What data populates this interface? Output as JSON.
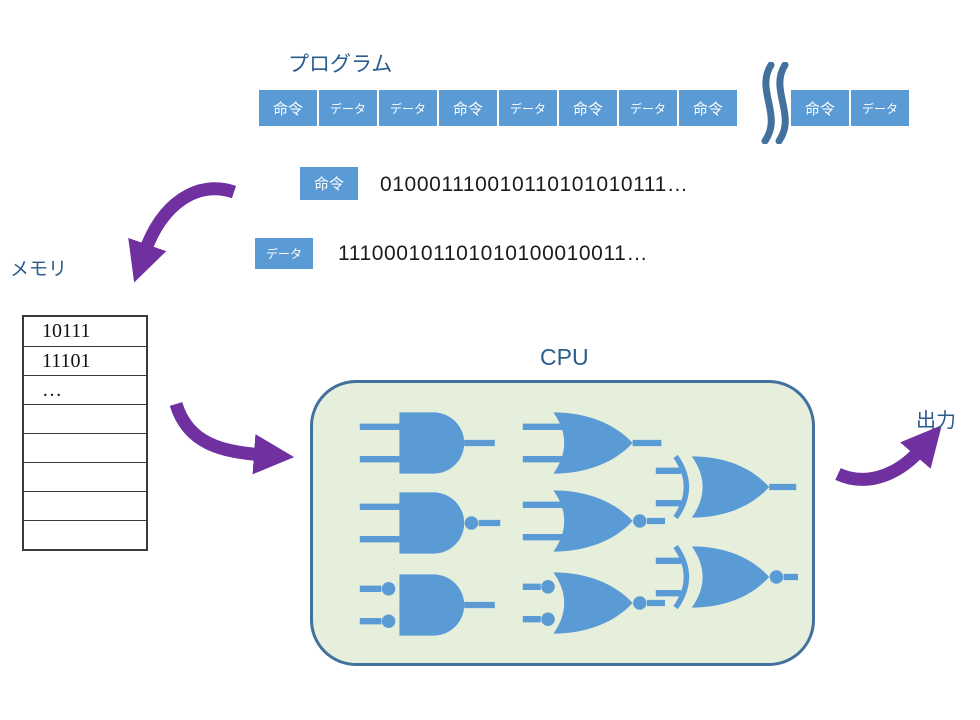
{
  "colors": {
    "accent_blue": "#5b9bd5",
    "dark_blue": "#41719c",
    "label_blue": "#2a5c8c",
    "cpu_fill": "#e5efdc",
    "cpu_border": "#41719c",
    "arrow_purple": "#7030a0",
    "bits_text": "#1b1b1b",
    "table_border": "#3a3a3a"
  },
  "program": {
    "title": "プログラム",
    "boxes": [
      {
        "label": "命令",
        "type": "instruction"
      },
      {
        "label": "データ",
        "type": "data"
      },
      {
        "label": "データ",
        "type": "data"
      },
      {
        "label": "命令",
        "type": "instruction"
      },
      {
        "label": "データ",
        "type": "data"
      },
      {
        "label": "命令",
        "type": "instruction"
      },
      {
        "label": "データ",
        "type": "data"
      },
      {
        "label": "命令",
        "type": "instruction"
      },
      {
        "label": "命令",
        "type": "instruction"
      },
      {
        "label": "データ",
        "type": "data"
      }
    ]
  },
  "encoding": {
    "instruction_label": "命令",
    "instruction_bits": "010001110010110101010111…",
    "data_label": "データ",
    "data_bits": "111000101101010100010011…"
  },
  "memory": {
    "title": "メモリ",
    "rows": [
      "10111",
      "11101",
      "…",
      "",
      "",
      "",
      "",
      ""
    ]
  },
  "cpu": {
    "title": "CPU",
    "gates": [
      "AND",
      "OR",
      "XOR",
      "NAND",
      "NOR",
      "XNOR",
      "AND-negated-inputs",
      "NOR-negated-inputs"
    ]
  },
  "output": {
    "title": "出力"
  }
}
